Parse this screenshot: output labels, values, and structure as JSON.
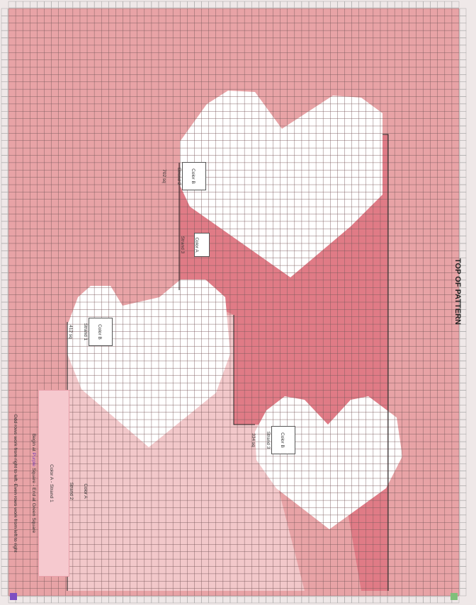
{
  "title": "TOP OF PATTERN",
  "legend": {
    "line1": "Color A - Strand 1",
    "line2_prefix": "Begin at ",
    "line2_purple": "Purple",
    "line2_suffix": " Square - End at Green Square",
    "line3": "Odd rows work from right to left. Even rows work from left to right"
  },
  "labels": {
    "heart_top": {
      "l1": "Color B",
      "l2": "Strand 2",
      "l3": "702 sq"
    },
    "heart_left": {
      "l1": "Color B",
      "l2": "Strand 1",
      "l3": "412 sq"
    },
    "heart_bottom": {
      "l1": "Color B",
      "l2": "Strand 3",
      "l3": "334 sq"
    },
    "color_a_strand3": {
      "l1": "Color A",
      "l2": "Strand 3"
    },
    "color_a_strand2": {
      "l1": "Color A",
      "l2": "Strand 2"
    }
  },
  "colors": {
    "strand1": "#e8a3a6",
    "strand2": "#f2c8ca",
    "strand3": "#e07b86",
    "heart": "#ffffff",
    "grid": "#7a5a5c",
    "start_marker": "#7e4fc2",
    "end_marker": "#7fc07a",
    "ruler": "#efe8e8"
  },
  "grid": {
    "columns": 63,
    "rows": 80
  }
}
